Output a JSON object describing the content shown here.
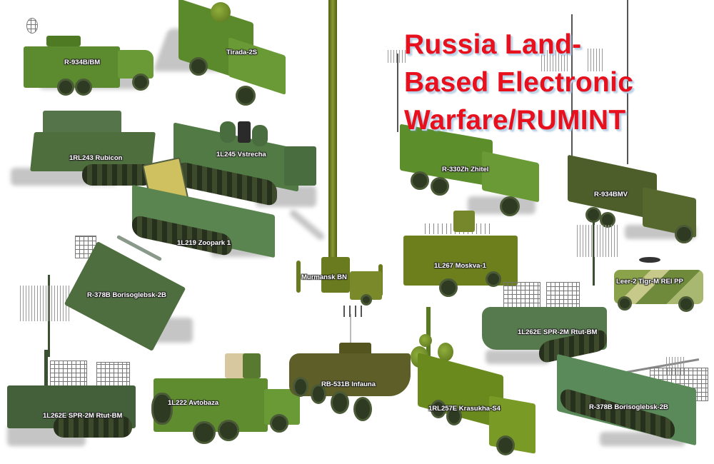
{
  "title": {
    "lines": [
      "Russia Land-",
      "Based Electronic",
      "Warfare/RUMINT"
    ],
    "color": "#e8101c"
  },
  "vehicles": [
    {
      "id": "r934bbm",
      "label": "R-934B/BM",
      "type": "wheeled-truck",
      "color": "#5c8a2e"
    },
    {
      "id": "tirada2s",
      "label": "Tirada-2S",
      "type": "wheeled-truck",
      "color": "#5a8a2c"
    },
    {
      "id": "rubicon",
      "label": "1RL243 Rubicon",
      "type": "tracked",
      "color": "#4e6e3e"
    },
    {
      "id": "vstrecha",
      "label": "1L245 Vstrecha",
      "type": "tracked",
      "color": "#517a45"
    },
    {
      "id": "zoopark",
      "label": "1L219 Zoopark 1",
      "type": "tracked",
      "color": "#5a8450"
    },
    {
      "id": "borisoglebsk-left",
      "label": "R-378B Borisoglebsk-2B",
      "type": "tracked",
      "color": "#4f6e40"
    },
    {
      "id": "murmansk",
      "label": "Murmansk BN",
      "type": "wheeled-mast",
      "color": "#6a7a1e"
    },
    {
      "id": "zhitel",
      "label": "R-330Zh Zhitel",
      "type": "wheeled-truck",
      "color": "#5c8e2c"
    },
    {
      "id": "r934bmv",
      "label": "R-934BMV",
      "type": "wheeled-truck",
      "color": "#4d5e2a"
    },
    {
      "id": "moskva",
      "label": "1L267 Moskva-1",
      "type": "wheeled-truck",
      "color": "#6d7e1c"
    },
    {
      "id": "leer2",
      "label": "Leer-2 Tigr-M REI PP",
      "type": "wheeled-armored",
      "color": "#8aa34a"
    },
    {
      "id": "rtut-right",
      "label": "1L262E SPR-2M Rtut-BM",
      "type": "tracked",
      "color": "#567a4e"
    },
    {
      "id": "rtut-left",
      "label": "1L262E SPR-2M Rtut-BM",
      "type": "tracked",
      "color": "#43603a"
    },
    {
      "id": "avtobaza",
      "label": "1L222 Avtobaza",
      "type": "wheeled-truck",
      "color": "#5e8c2e"
    },
    {
      "id": "infauna",
      "label": "RB-531B Infauna",
      "type": "wheeled-apc",
      "color": "#5d5e28"
    },
    {
      "id": "krasukha",
      "label": "1RL257E Krasukha-S4",
      "type": "wheeled-truck",
      "color": "#6b8a1e"
    },
    {
      "id": "borisoglebsk-right",
      "label": "R-378B Borisoglebsk-2B",
      "type": "tracked",
      "color": "#5a8a5a"
    }
  ]
}
